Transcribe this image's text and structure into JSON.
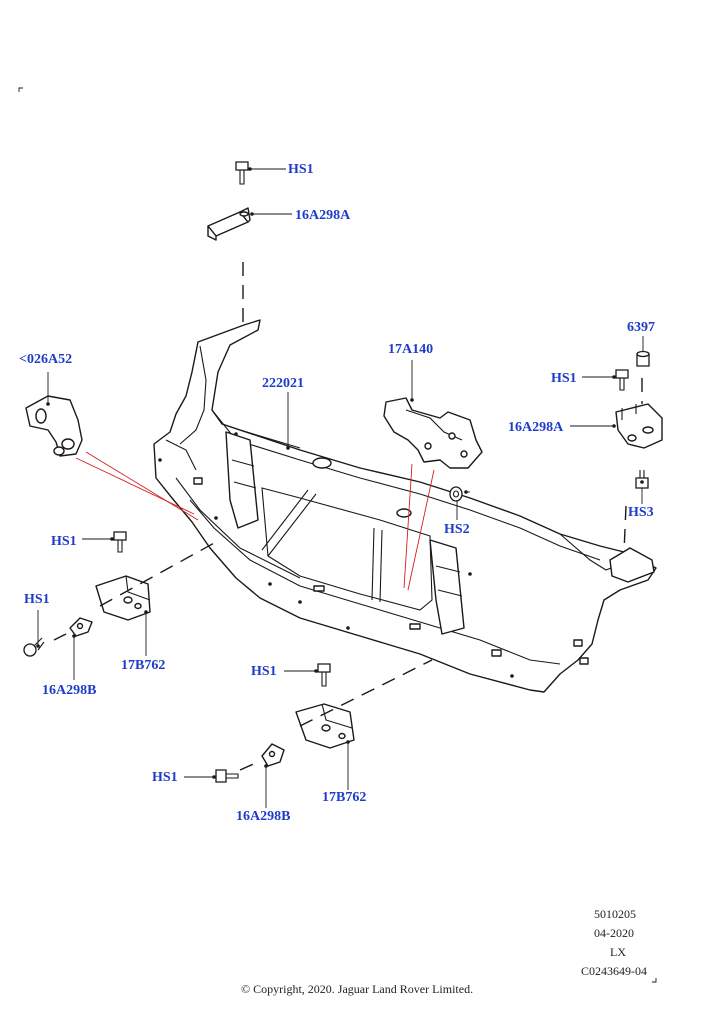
{
  "callouts": {
    "hs1_top": "HS1",
    "p16a298a_top": "16A298A",
    "p026a52": "<026A52",
    "p222021": "222021",
    "p17a140": "17A140",
    "p6397": "6397",
    "hs1_right": "HS1",
    "p16a298a_right": "16A298A",
    "hs2": "HS2",
    "hs3": "HS3",
    "hs1_left_upper": "HS1",
    "hs1_left_lower": "HS1",
    "p16a298b_left": "16A298B",
    "p17b762_left": "17B762",
    "hs1_mid": "HS1",
    "hs1_bottom": "HS1",
    "p16a298b_bottom": "16A298B",
    "p17b762_bottom": "17B762"
  },
  "info": {
    "ref_number": "5010205",
    "date": "04-2020",
    "model": "LX",
    "illustration_id": "C0243649-04",
    "copyright": "© Copyright, 2020. Jaguar Land Rover Limited."
  }
}
